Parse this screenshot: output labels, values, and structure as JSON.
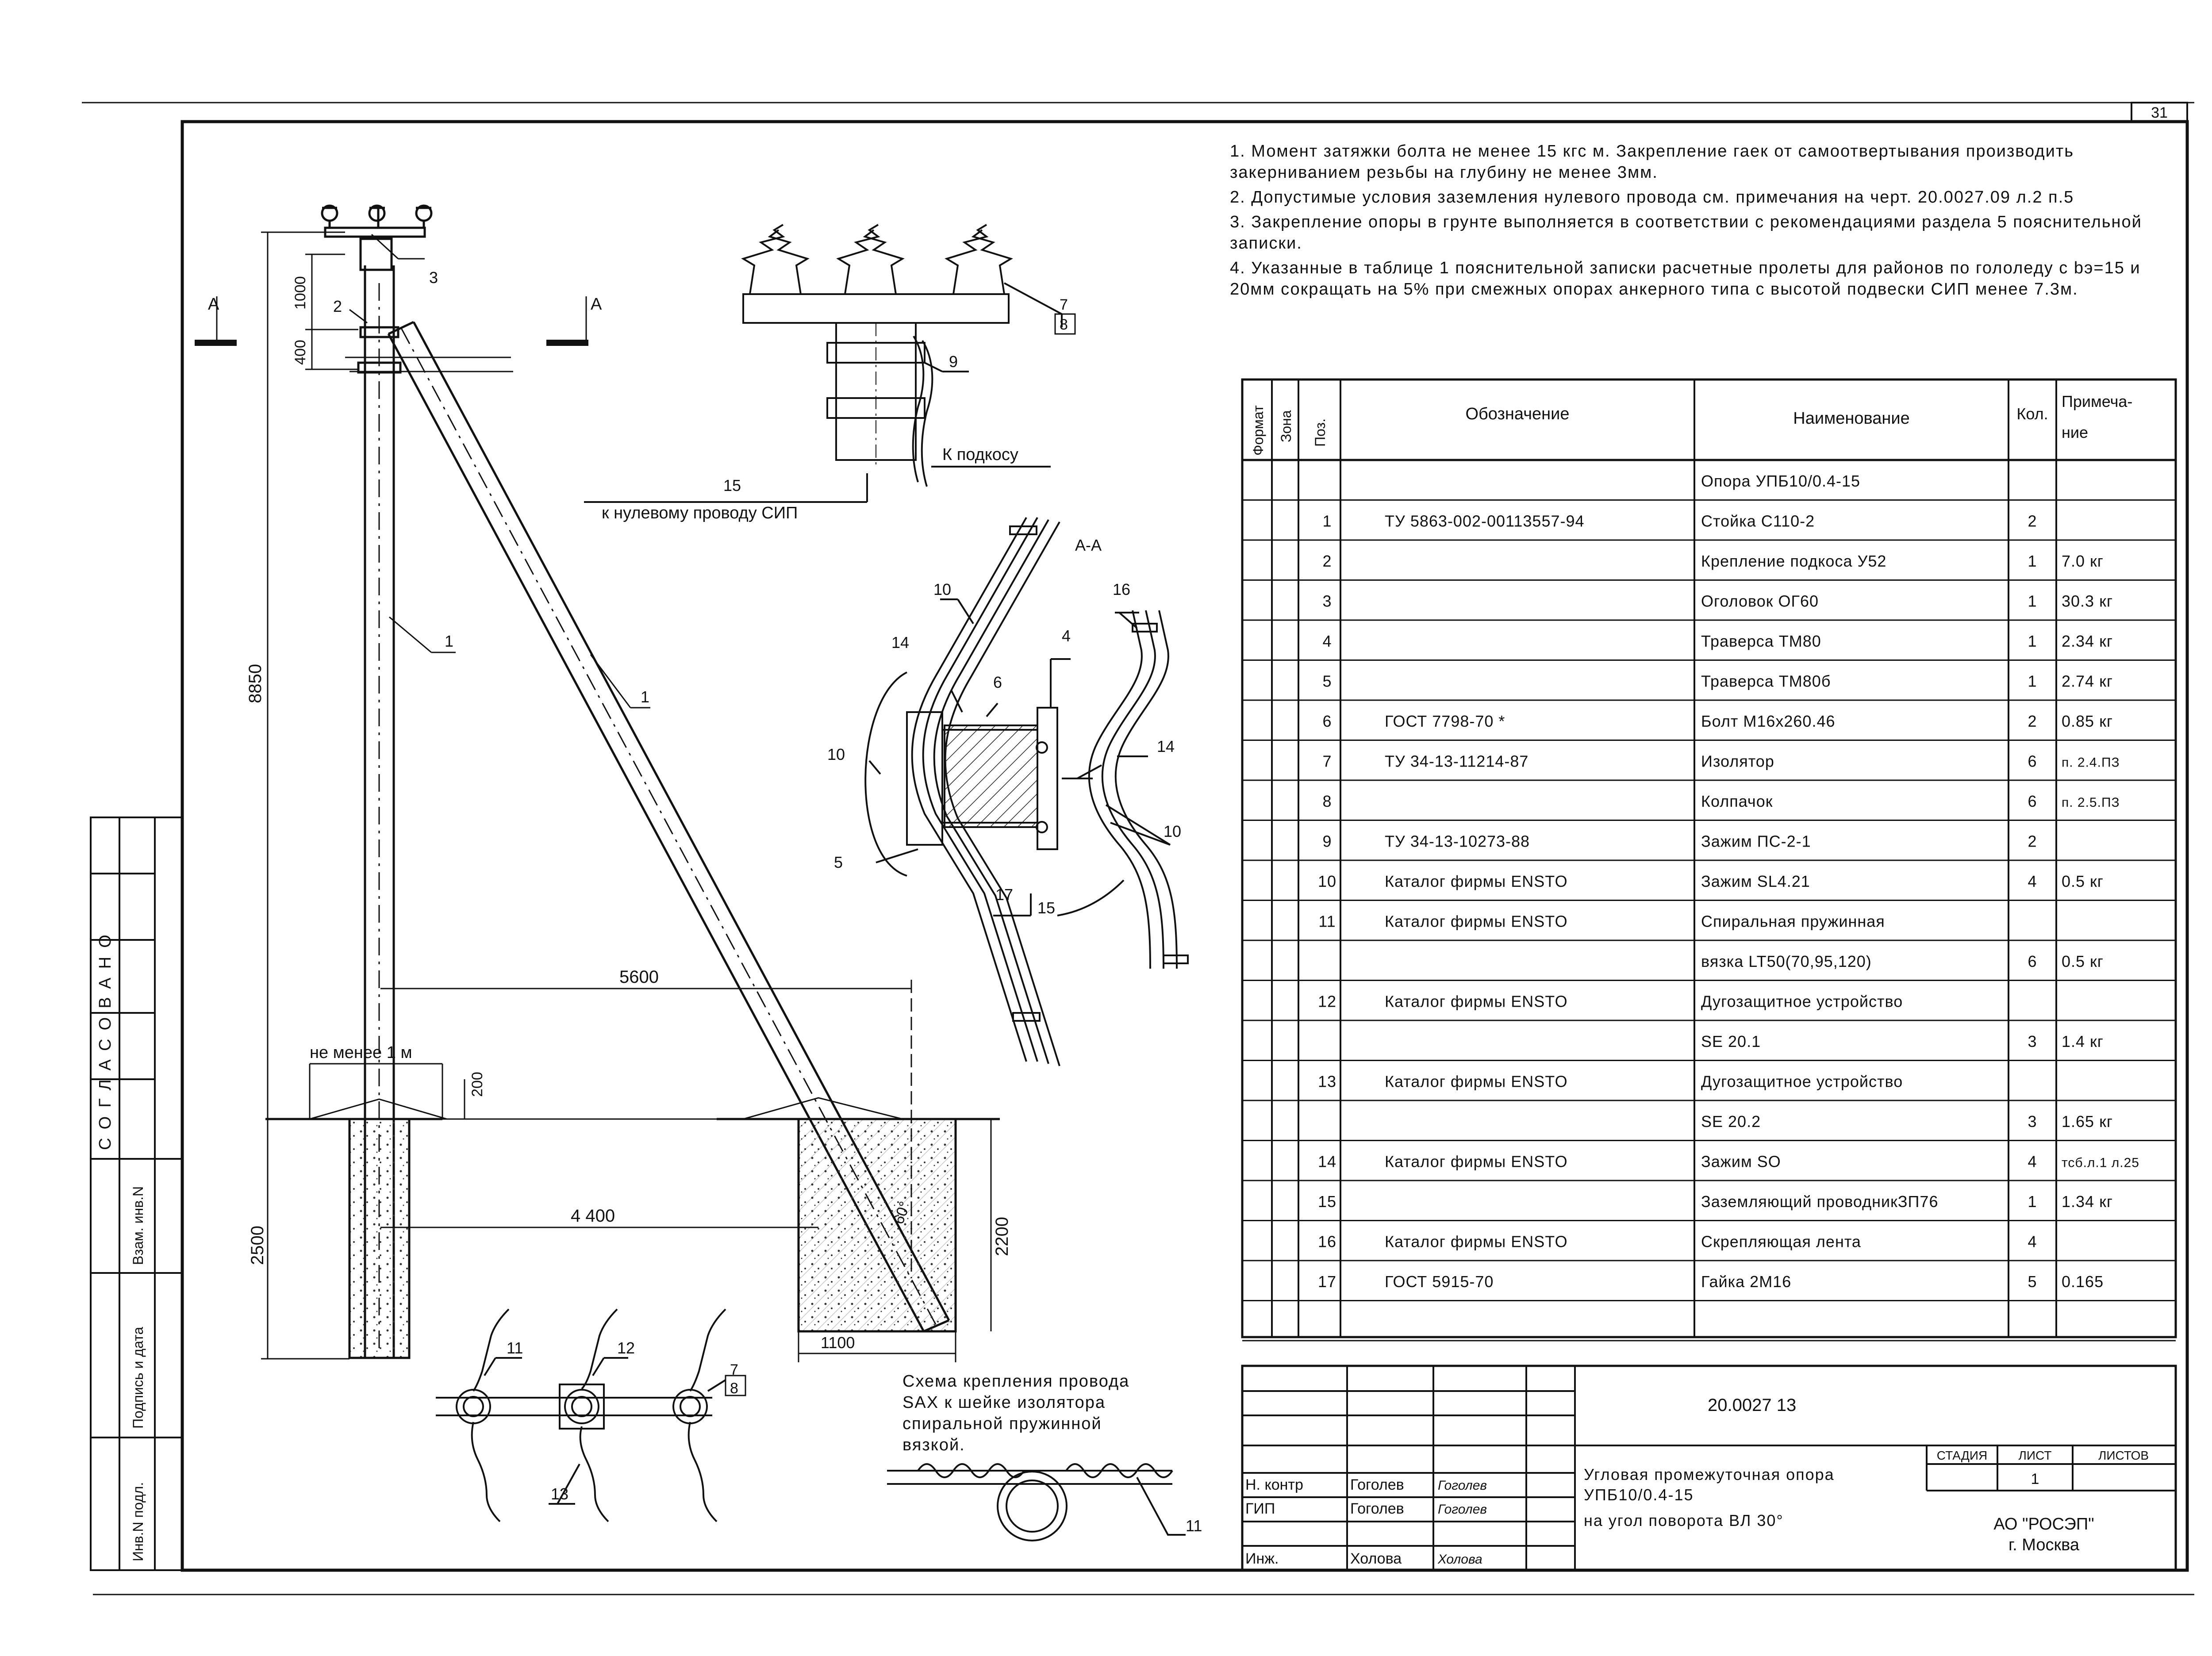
{
  "sheet_number": "31",
  "notes": [
    "1. Момент затяжки болта не менее 15 кгс м. Закрепление гаек от самоотвертывания производить закерниванием резьбы на глубину не менее 3мм.",
    "2. Допустимые условия заземления нулевого провода см. примечания на черт. 20.0027.09 л.2 п.5",
    "3. Закрепление опоры в грунте выполняется в соответствии с рекомендациями раздела 5 пояснительной записки.",
    "4. Указанные в таблице 1 пояснительной записки расчетные пролеты для районов по гололеду с bэ=15 и 20мм сокращать на 5% при смежных опорах анкерного типа с высотой подвески СИП менее 7.3м."
  ],
  "spec_table": {
    "headers": {
      "format": "Формат",
      "zone": "Зона",
      "pos": "Поз.",
      "designation": "Обозначение",
      "name": "Наименование",
      "qty": "Кол.",
      "note_l1": "Примеча-",
      "note_l2": "ние"
    },
    "rows": [
      {
        "pos": "",
        "designation": "",
        "name": "Опора УПБ10/0.4-15",
        "qty": "",
        "note": ""
      },
      {
        "pos": "1",
        "designation": "ТУ 5863-002-00113557-94",
        "name": "Стойка С110-2",
        "qty": "2",
        "note": ""
      },
      {
        "pos": "2",
        "designation": "",
        "name": "Крепление подкоса У52",
        "qty": "1",
        "note": "7.0 кг"
      },
      {
        "pos": "3",
        "designation": "",
        "name": "Оголовок ОГ60",
        "qty": "1",
        "note": "30.3 кг"
      },
      {
        "pos": "4",
        "designation": "",
        "name": "Траверса ТМ80",
        "qty": "1",
        "note": "2.34 кг"
      },
      {
        "pos": "5",
        "designation": "",
        "name": "Траверса ТМ80б",
        "qty": "1",
        "note": "2.74 кг"
      },
      {
        "pos": "6",
        "designation": "ГОСТ 7798-70 *",
        "name": "Болт М16х260.46",
        "qty": "2",
        "note": "0.85 кг"
      },
      {
        "pos": "7",
        "designation": "ТУ 34-13-11214-87",
        "name": "Изолятор",
        "qty": "6",
        "note": "п. 2.4.ПЗ"
      },
      {
        "pos": "8",
        "designation": "",
        "name": "Колпачок",
        "qty": "6",
        "note": "п. 2.5.ПЗ"
      },
      {
        "pos": "9",
        "designation": "ТУ 34-13-10273-88",
        "name": "Зажим ПС-2-1",
        "qty": "2",
        "note": ""
      },
      {
        "pos": "10",
        "designation": "Каталог фирмы ENSTO",
        "name": "Зажим SL4.21",
        "qty": "4",
        "note": "0.5 кг"
      },
      {
        "pos": "11",
        "designation": "Каталог фирмы ENSTO",
        "name": "Спиральная пружинная",
        "qty": "",
        "note": ""
      },
      {
        "pos": "",
        "designation": "",
        "name": "вязка LT50(70,95,120)",
        "qty": "6",
        "note": "0.5 кг"
      },
      {
        "pos": "12",
        "designation": "Каталог фирмы ENSTO",
        "name": "Дугозащитное устройство",
        "qty": "",
        "note": ""
      },
      {
        "pos": "",
        "designation": "",
        "name": "SE 20.1",
        "qty": "3",
        "note": "1.4 кг"
      },
      {
        "pos": "13",
        "designation": "Каталог фирмы ENSTO",
        "name": "Дугозащитное устройство",
        "qty": "",
        "note": ""
      },
      {
        "pos": "",
        "designation": "",
        "name": "SE 20.2",
        "qty": "3",
        "note": "1.65 кг"
      },
      {
        "pos": "14",
        "designation": "Каталог фирмы ENSTO",
        "name": "Зажим SO",
        "qty": "4",
        "note": "тсб.л.1 л.25"
      },
      {
        "pos": "15",
        "designation": "",
        "name": "Заземляющий проводникЗП76",
        "qty": "1",
        "note": "1.34 кг"
      },
      {
        "pos": "16",
        "designation": "Каталог фирмы ENSTO",
        "name": "Скрепляющая лента",
        "qty": "4",
        "note": ""
      },
      {
        "pos": "17",
        "designation": "ГОСТ 5915-70",
        "name": "Гайка 2М16",
        "qty": "5",
        "note": "0.165"
      },
      {
        "pos": "",
        "designation": "",
        "name": "",
        "qty": "",
        "note": ""
      }
    ]
  },
  "title_block": {
    "doc_code": "20.0027 13",
    "title_line1": "Угловая промежуточная опора",
    "title_line2": "УПБ10/0.4-15",
    "title_line3": "на угол поворота ВЛ 30°",
    "stage_label": "СТАДИЯ",
    "sheet_label": "ЛИСТ",
    "sheets_label": "ЛИСТОВ",
    "sheet_value": "1",
    "org_line1": "АО \"РОСЭП\"",
    "org_line2": "г. Москва",
    "roles": [
      {
        "role": "Н. контр",
        "name": "Гоголев",
        "signature": "Гоголев"
      },
      {
        "role": "ГИП",
        "name": "Гоголев",
        "signature": "Гоголев"
      },
      {
        "role": "Инж.",
        "name": "Холова",
        "signature": "Холова"
      }
    ]
  },
  "left_strip": {
    "agreed": "СОГЛАСОВАНО",
    "vzam": "Взам. инв.N",
    "podpis": "Подпись и дата",
    "inv": "Инв.N подл."
  },
  "drawing": {
    "section_mark": "А",
    "section_view_label": "А-А",
    "dims": {
      "top_1000": "1000",
      "top_400": "400",
      "height_8850": "8850",
      "span_5600": "5600",
      "not_less": "не менее 1 м",
      "d200": "200",
      "d4400": "4 400",
      "d2500": "2500",
      "d2200": "2200",
      "d1100": "1100",
      "angle_60": "60°",
      "d15": "15"
    },
    "labels": {
      "k_podkosu": "К подкосу",
      "k_nulevomu": "к нулевому проводу СИП"
    },
    "pos_marks": {
      "p1": "1",
      "p2": "2",
      "p3": "3",
      "p4": "4",
      "p5": "5",
      "p6": "6",
      "p7": "7",
      "p8": "8",
      "p9": "9",
      "p10": "10",
      "p11": "11",
      "p12": "12",
      "p13": "13",
      "p14": "14",
      "p15": "15",
      "p16": "16",
      "p17": "17"
    },
    "scheme_caption": [
      "Схема крепления провода",
      "SAX к шейке изолятора",
      "спиральной пружинной",
      "вязкой."
    ]
  }
}
